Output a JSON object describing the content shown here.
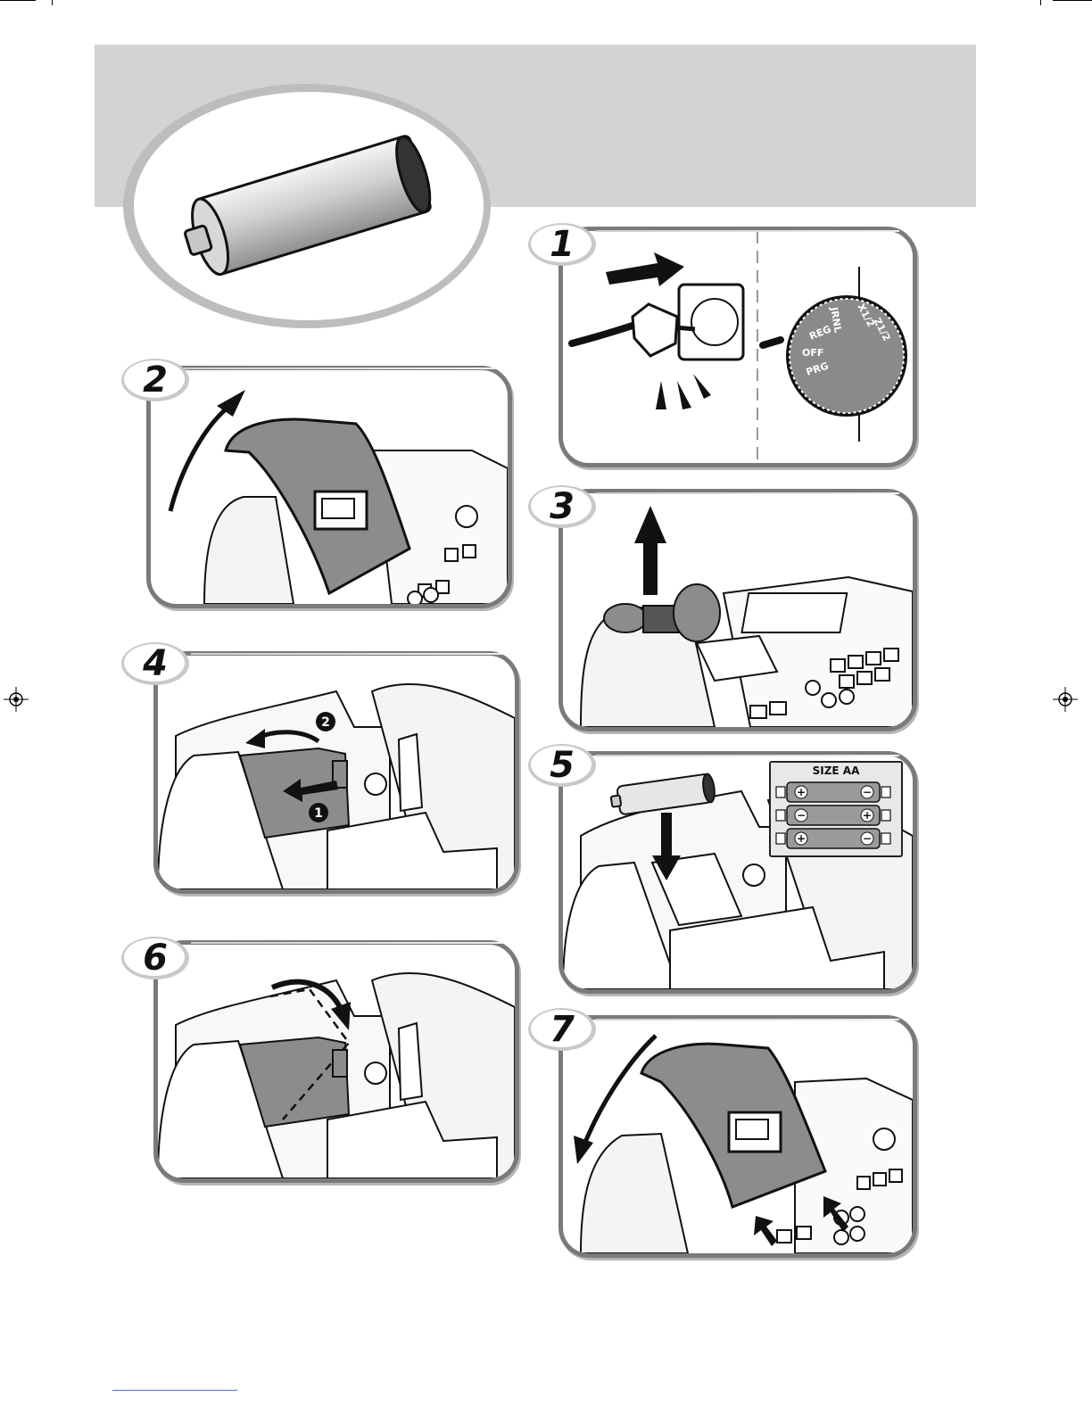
{
  "steps": [
    {
      "number": "1"
    },
    {
      "number": "2"
    },
    {
      "number": "3"
    },
    {
      "number": "4"
    },
    {
      "number": "5"
    },
    {
      "number": "6"
    },
    {
      "number": "7"
    }
  ],
  "mode_dial": {
    "labels": [
      "REG",
      "OFF",
      "PRG",
      "JRNL",
      "X1/2",
      "Z1/2"
    ]
  },
  "step4_callouts": [
    "2",
    "1"
  ],
  "battery_diagram": {
    "title": "SIZE AA",
    "rows": [
      {
        "left": "+",
        "right": "−"
      },
      {
        "left": "−",
        "right": "+"
      },
      {
        "left": "+",
        "right": "−"
      }
    ]
  },
  "colors": {
    "banner": "#d3d3d3",
    "panel_border": "#7a7a7a",
    "cover_gray": "#8c8c8c"
  }
}
